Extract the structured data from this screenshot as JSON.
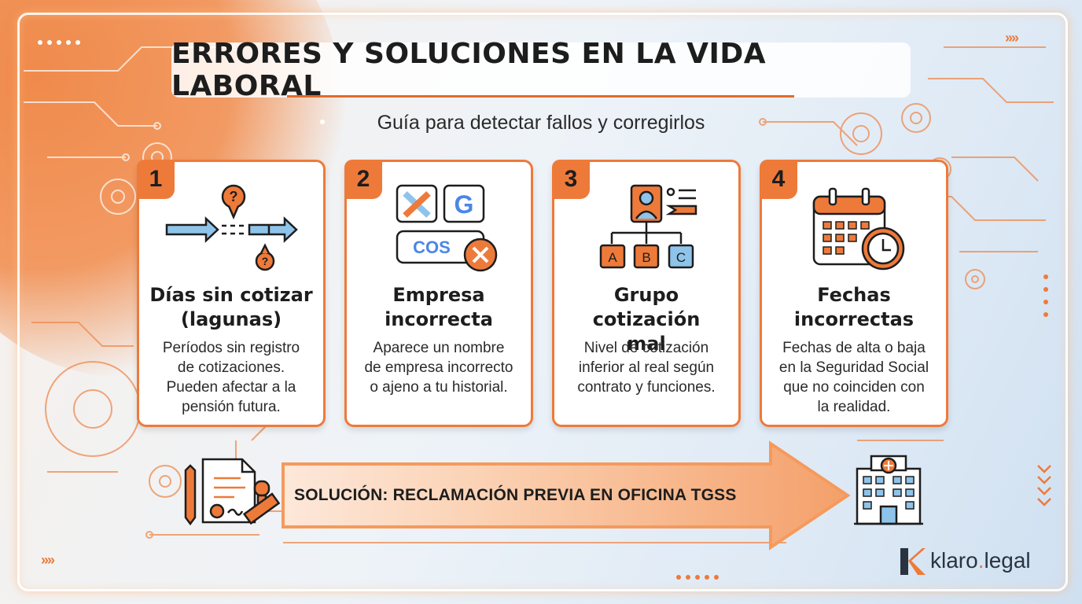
{
  "header": {
    "title": "ERRORES Y SOLUCIONES EN LA VIDA LABORAL",
    "subtitle": "Guía para detectar fallos y corregirlos"
  },
  "cards": [
    {
      "number": "1",
      "icon": "gap-timeline-icon",
      "title_line1": "Días sin cotizar",
      "title_line2": "(lagunas)",
      "description": [
        "Períodos sin registro",
        "de cotizaciones.",
        "Pueden afectar a la",
        "pensión futura."
      ]
    },
    {
      "number": "2",
      "icon": "wrong-company-icon",
      "title_line1": "Empresa",
      "title_line2": "incorrecta",
      "description": [
        "Aparece un nombre",
        "de empresa incorrecto",
        "o ajeno a tu historial."
      ]
    },
    {
      "number": "3",
      "icon": "group-hierarchy-icon",
      "title_line1": "Grupo cotización",
      "title_line2": "mal",
      "description": [
        "Nivel de cotización",
        "inferior al real según",
        "contrato y funciones."
      ]
    },
    {
      "number": "4",
      "icon": "calendar-clock-icon",
      "title_line1": "Fechas",
      "title_line2": "incorrectas",
      "description": [
        "Fechas de alta o baja",
        "en la Seguridad Social",
        "que no coinciden con",
        "la realidad."
      ]
    }
  ],
  "icon_letters": {
    "a": "A",
    "b": "B",
    "c": "C",
    "cos": "COS",
    "g": "G"
  },
  "solution": {
    "text": "SOLUCIÓN: RECLAMACIÓN PREVIA EN OFICINA TGSS"
  },
  "brand": {
    "name": "klaro",
    "dot": ".",
    "tld": "legal"
  },
  "colors": {
    "accent": "#ee7a3a",
    "dark": "#1d1d1d",
    "blue": "#8fc4ea"
  }
}
